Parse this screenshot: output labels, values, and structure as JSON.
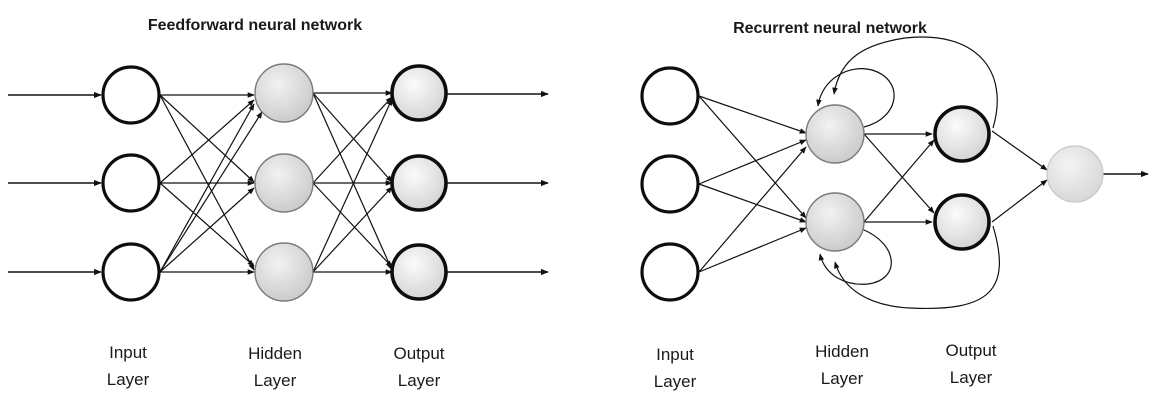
{
  "feedforward": {
    "title": "Feedforward neural network",
    "labels": {
      "input_line1": "Input",
      "input_line2": "Layer",
      "hidden_line1": "Hidden",
      "hidden_line2": "Layer",
      "output_line1": "Output",
      "output_line2": "Layer"
    }
  },
  "recurrent": {
    "title": "Recurrent neural network",
    "labels": {
      "input_line1": "Input",
      "input_line2": "Layer",
      "hidden_line1": "Hidden",
      "hidden_line2": "Layer",
      "output_line1": "Output",
      "output_line2": "Layer"
    }
  }
}
